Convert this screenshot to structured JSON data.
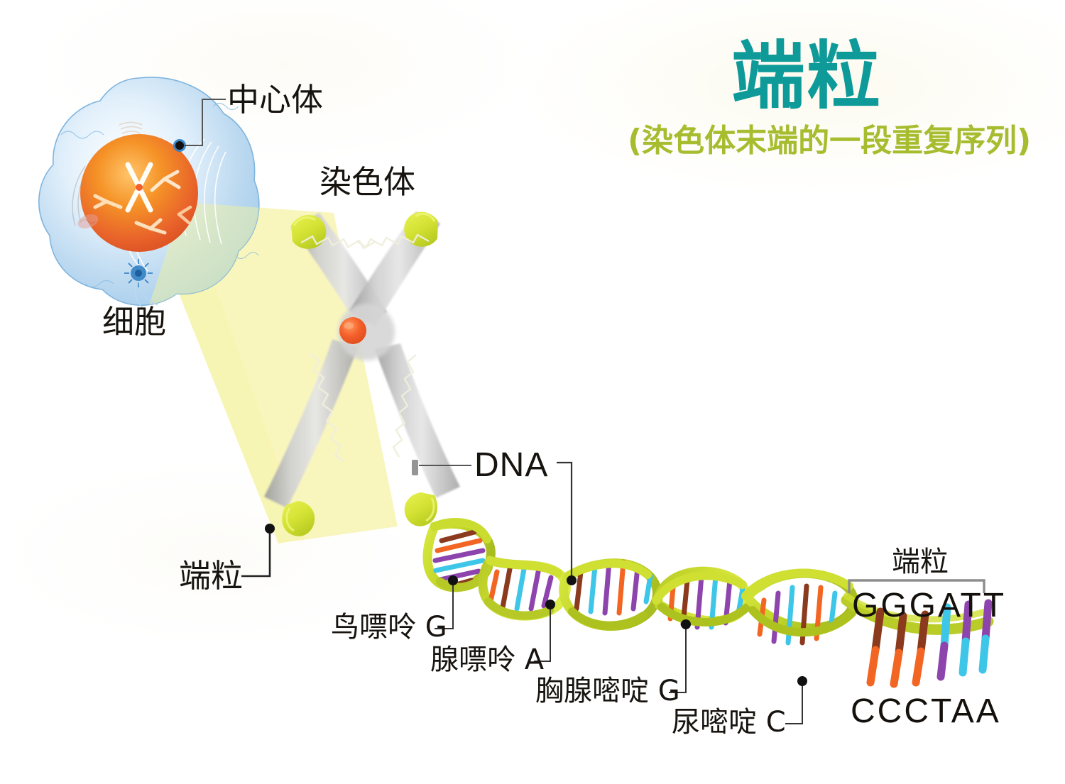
{
  "header": {
    "title": "端粒",
    "subtitle": "(染色体末端的一段重复序列)",
    "title_color": "#0f9a9a",
    "subtitle_color": "#a7bc2e"
  },
  "labels": {
    "centrosome": "中心体",
    "cell": "细胞",
    "chromosome": "染色体",
    "telomere_chromosome": "端粒",
    "dna": "DNA",
    "guanine": "鸟嘌呤 G",
    "adenine": "腺嘌呤 A",
    "thymine": "胸腺嘧啶 G",
    "cytosine": "尿嘧啶 C",
    "telomere_sequence": "端粒"
  },
  "sequence": {
    "top_strand": "GGGATT",
    "bottom_strand": "CCCTAA"
  },
  "colors": {
    "teal": "#0f9a9a",
    "olive": "#a7bc2e",
    "telomere_cap": "#d6e33a",
    "chromosome_body": "#b9b9b9",
    "centromere": "#f15a2b",
    "dna_backbone": "#c3d62c",
    "base_orange": "#f26522",
    "base_cyan": "#3ec6e8",
    "base_purple": "#8e44ad",
    "base_brown": "#8b3a1e",
    "cell_membrane": "#bcd9f0",
    "nucleus": "#ef7a2a",
    "spotlight": "#f7f4b0",
    "leader_line": "#2b2b2b"
  },
  "base_pairs": [
    {
      "top": "G",
      "bottom": "C",
      "top_color": "#8b3a1e",
      "bottom_color": "#f26522"
    },
    {
      "top": "G",
      "bottom": "C",
      "top_color": "#8b3a1e",
      "bottom_color": "#f26522"
    },
    {
      "top": "G",
      "bottom": "C",
      "top_color": "#8b3a1e",
      "bottom_color": "#f26522"
    },
    {
      "top": "A",
      "bottom": "T",
      "top_color": "#3ec6e8",
      "bottom_color": "#8e44ad"
    },
    {
      "top": "T",
      "bottom": "A",
      "top_color": "#8e44ad",
      "bottom_color": "#3ec6e8"
    },
    {
      "top": "T",
      "bottom": "A",
      "top_color": "#8e44ad",
      "bottom_color": "#3ec6e8"
    }
  ],
  "icons": {
    "centrosome_dot": "dot-marker-icon",
    "centromere_dot": "centromere-icon",
    "telomere_cap": "telomere-cap-icon",
    "bracket": "bracket-icon"
  }
}
